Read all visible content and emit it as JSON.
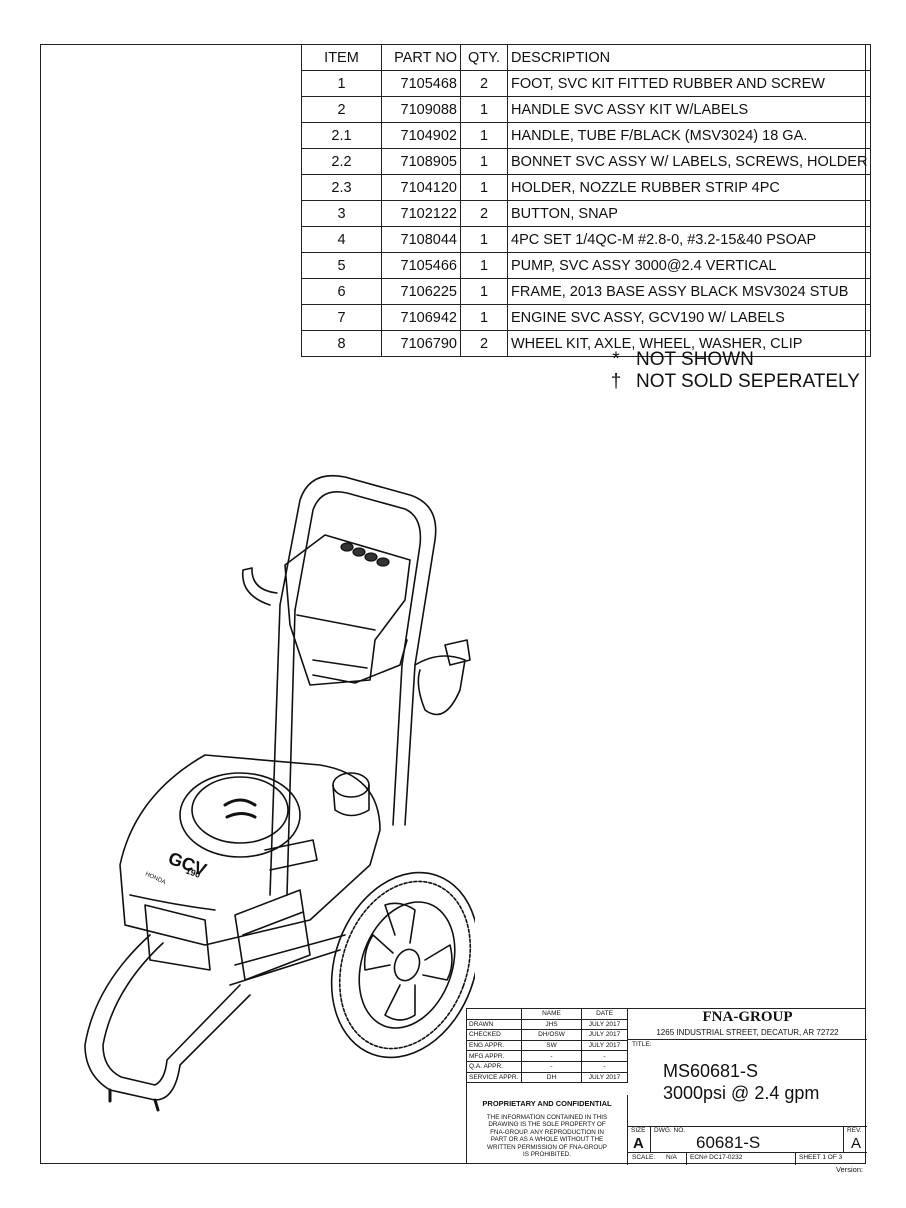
{
  "parts_table": {
    "headers": [
      "ITEM",
      "PART NO",
      "QTY.",
      "DESCRIPTION"
    ],
    "rows": [
      {
        "item": "1",
        "part_no": "7105468",
        "qty": "2",
        "description": "FOOT, SVC KIT FITTED RUBBER AND SCREW"
      },
      {
        "item": "2",
        "part_no": "7109088",
        "qty": "1",
        "description": "HANDLE SVC ASSY KIT W/LABELS"
      },
      {
        "item": "2.1",
        "part_no": "7104902",
        "qty": "1",
        "description": "HANDLE, TUBE F/BLACK (MSV3024) 18 GA."
      },
      {
        "item": "2.2",
        "part_no": "7108905",
        "qty": "1",
        "description": "BONNET SVC ASSY W/ LABELS, SCREWS, HOLDER"
      },
      {
        "item": "2.3",
        "part_no": "7104120",
        "qty": "1",
        "description": "HOLDER, NOZZLE RUBBER STRIP 4PC"
      },
      {
        "item": "3",
        "part_no": "7102122",
        "qty": "2",
        "description": "BUTTON, SNAP"
      },
      {
        "item": "4",
        "part_no": "7108044",
        "qty": "1",
        "description": "4PC SET 1/4QC-M #2.8-0, #3.2-15&40 PSOAP"
      },
      {
        "item": "5",
        "part_no": "7105466",
        "qty": "1",
        "description": "PUMP, SVC ASSY 3000@2.4 VERTICAL"
      },
      {
        "item": "6",
        "part_no": "7106225",
        "qty": "1",
        "description": "FRAME, 2013 BASE ASSY BLACK MSV3024 STUB"
      },
      {
        "item": "7",
        "part_no": "7106942",
        "qty": "1",
        "description": "ENGINE SVC ASSY, GCV190 W/ LABELS"
      },
      {
        "item": "8",
        "part_no": "7106790",
        "qty": "2",
        "description": "WHEEL KIT, AXLE, WHEEL, WASHER, CLIP"
      }
    ]
  },
  "legend": [
    {
      "symbol": "*",
      "text": "NOT SHOWN"
    },
    {
      "symbol": "†",
      "text": "NOT SOLD SEPERATELY"
    }
  ],
  "drawing": {
    "engine_label": "GCV",
    "engine_sub": "190",
    "brand_label": "HONDA"
  },
  "title_block": {
    "sig_headers": [
      "",
      "NAME",
      "DATE"
    ],
    "sig_rows": [
      {
        "label": "DRAWN",
        "name": "JHS",
        "date": "JULY 2017"
      },
      {
        "label": "CHECKED",
        "name": "DH/OSW",
        "date": "JULY 2017"
      },
      {
        "label": "ENG APPR.",
        "name": "SW",
        "date": "JULY 2017"
      },
      {
        "label": "MFG APPR.",
        "name": "-",
        "date": "-"
      },
      {
        "label": "Q.A. APPR.",
        "name": "-",
        "date": "-"
      },
      {
        "label": "SERVICE APPR.",
        "name": "DH",
        "date": "JULY 2017"
      }
    ],
    "proprietary_heading": "PROPRIETARY AND CONFIDENTIAL",
    "proprietary_text": "THE INFORMATION CONTAINED IN THIS DRAWING IS THE SOLE PROPERTY OF FNA-GROUP. ANY REPRODUCTION IN PART OR AS A WHOLE WITHOUT THE WRITTEN PERMISSION OF FNA-GROUP IS PROHIBITED.",
    "company_name": "FNA-GROUP",
    "company_address": "1265 INDUSTRIAL STREET, DECATUR, AR 72722",
    "title_label": "TITLE:",
    "title_line1": "MS60681-S",
    "title_line2": "3000psi @ 2.4 gpm",
    "size_label": "SIZE",
    "size_value": "A",
    "dwg_label": "DWG. NO.",
    "dwg_value": "60681-S",
    "rev_label": "REV.",
    "rev_value": "A",
    "scale_label": "SCALE:",
    "scale_value": "N/A",
    "ecn": "ECN# DC17-0232",
    "sheet": "SHEET 1 OF 3",
    "version_label": "Version:"
  }
}
